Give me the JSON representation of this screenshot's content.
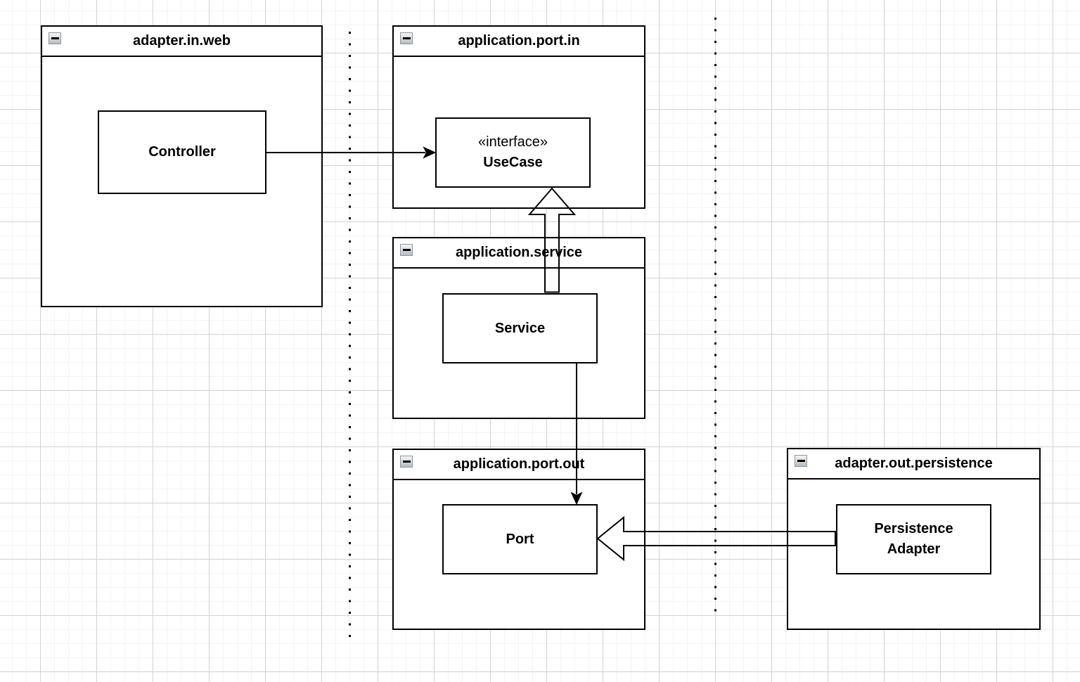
{
  "colors": {
    "stroke": "#000000",
    "shape_fill": "#ffffff",
    "grid_minor": "#f3f3f3",
    "grid_major": "#d2d2d2",
    "collapse_btn_fill": "#c9cdd2",
    "collapse_btn_border": "#8e969e"
  },
  "packages": {
    "adapter_in_web": {
      "title": "adapter.in.web",
      "collapse_icon": "minus"
    },
    "application_port_in": {
      "title": "application.port.in",
      "collapse_icon": "minus"
    },
    "application_service": {
      "title": "application.service",
      "collapse_icon": "minus"
    },
    "application_port_out": {
      "title": "application.port.out",
      "collapse_icon": "minus"
    },
    "adapter_out_persistence": {
      "title": "adapter.out.persistence",
      "collapse_icon": "minus"
    }
  },
  "nodes": {
    "controller": {
      "label": "Controller"
    },
    "use_case": {
      "stereotype": "«interface»",
      "label": "UseCase"
    },
    "service": {
      "label": "Service"
    },
    "port": {
      "label": "Port"
    },
    "persistence_adapter": {
      "label_line1": "Persistence",
      "label_line2": "Adapter"
    }
  },
  "edges": [
    {
      "from": "Controller",
      "to": "UseCase",
      "style": "solid-line-filled-arrow"
    },
    {
      "from": "Service",
      "to": "UseCase",
      "style": "hollow-block-arrow-up"
    },
    {
      "from": "Service",
      "to": "Port",
      "style": "solid-line-filled-arrow"
    },
    {
      "from": "Persistence Adapter",
      "to": "Port",
      "style": "hollow-block-arrow-left"
    }
  ],
  "separators": [
    {
      "name": "layer-boundary-left",
      "style": "vertical-dotted"
    },
    {
      "name": "layer-boundary-right",
      "style": "vertical-dotted"
    }
  ]
}
